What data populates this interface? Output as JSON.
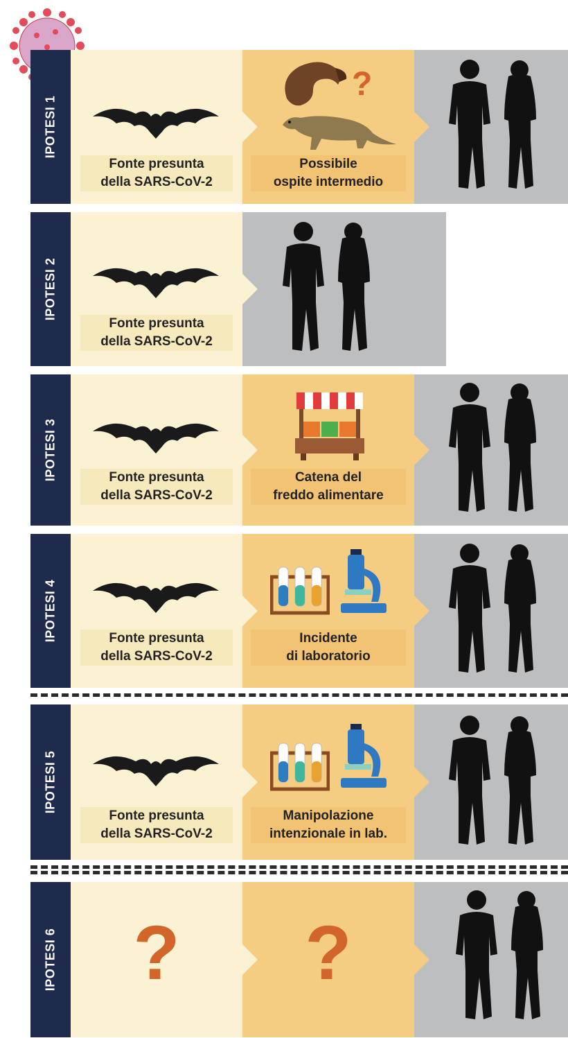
{
  "rows": [
    {
      "tag": "IPOTESI 1",
      "source_label": [
        "Fonte presunta",
        "della SARS-CoV-2"
      ],
      "middle_label": [
        "Possibile",
        "ospite intermedio"
      ]
    },
    {
      "tag": "IPOTESI 2",
      "source_label": [
        "Fonte presunta",
        "della SARS-CoV-2"
      ]
    },
    {
      "tag": "IPOTESI 3",
      "source_label": [
        "Fonte presunta",
        "della SARS-CoV-2"
      ],
      "middle_label": [
        "Catena del",
        "freddo alimentare"
      ]
    },
    {
      "tag": "IPOTESI 4",
      "source_label": [
        "Fonte presunta",
        "della SARS-CoV-2"
      ],
      "middle_label": [
        "Incidente",
        "di laboratorio"
      ]
    },
    {
      "tag": "IPOTESI 5",
      "source_label": [
        "Fonte presunta",
        "della SARS-CoV-2"
      ],
      "middle_label": [
        "Manipolazione",
        "intenzionale in lab."
      ]
    },
    {
      "tag": "IPOTESI 6",
      "question_mark": "?"
    }
  ],
  "question_mark": "?",
  "colors": {
    "sidebar": "#1f2b4d",
    "source_panel": "#fbf1d3",
    "intermediate_panel": "#f5cd82",
    "human_panel": "#bdbec0",
    "question_mark": "#d2662a"
  },
  "icons": [
    "virus-icon",
    "bat-icon",
    "pangolin-icon",
    "civet-icon",
    "market-stall-icon",
    "test-tubes-icon",
    "microscope-icon",
    "people-silhouette-icon"
  ]
}
